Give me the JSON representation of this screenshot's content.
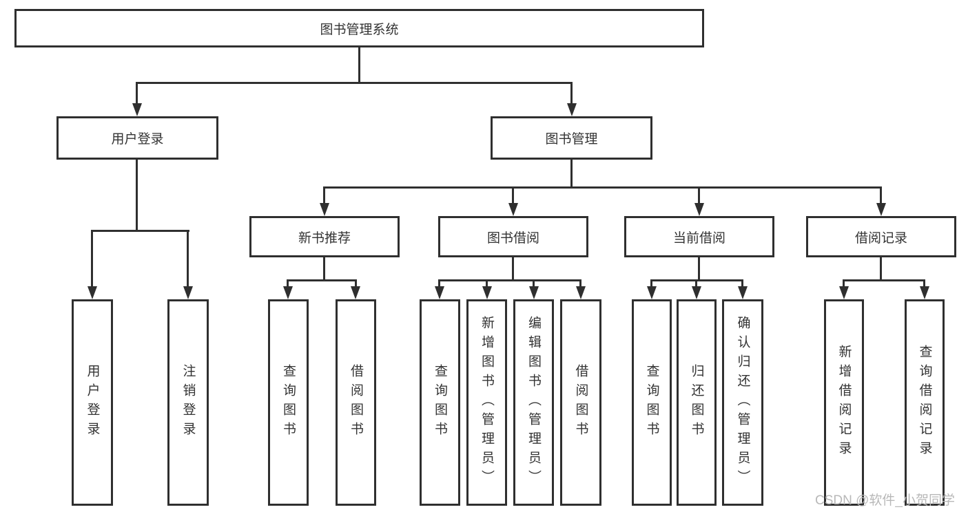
{
  "diagram": {
    "root": {
      "label": "图书管理系统",
      "children": [
        {
          "label": "用户登录",
          "children": [
            {
              "label": "用户登录"
            },
            {
              "label": "注销登录"
            }
          ]
        },
        {
          "label": "图书管理",
          "children": [
            {
              "label": "新书推荐",
              "children": [
                {
                  "label": "查询图书"
                },
                {
                  "label": "借阅图书"
                }
              ]
            },
            {
              "label": "图书借阅",
              "children": [
                {
                  "label": "查询图书"
                },
                {
                  "label": "新增图书（管理员）"
                },
                {
                  "label": "编辑图书（管理员）"
                },
                {
                  "label": "借阅图书"
                }
              ]
            },
            {
              "label": "当前借阅",
              "children": [
                {
                  "label": "查询图书"
                },
                {
                  "label": "归还图书"
                },
                {
                  "label": "确认归还（管理员）"
                }
              ]
            },
            {
              "label": "借阅记录",
              "children": [
                {
                  "label": "新增借阅记录"
                },
                {
                  "label": "查询借阅记录"
                }
              ]
            }
          ]
        }
      ]
    }
  },
  "watermark": {
    "text": "CSDN @软件_小贺同学"
  },
  "colors": {
    "line": "#2f2f2f",
    "text": "#333333",
    "watermark": "#b8b8b8",
    "background": "#ffffff"
  }
}
